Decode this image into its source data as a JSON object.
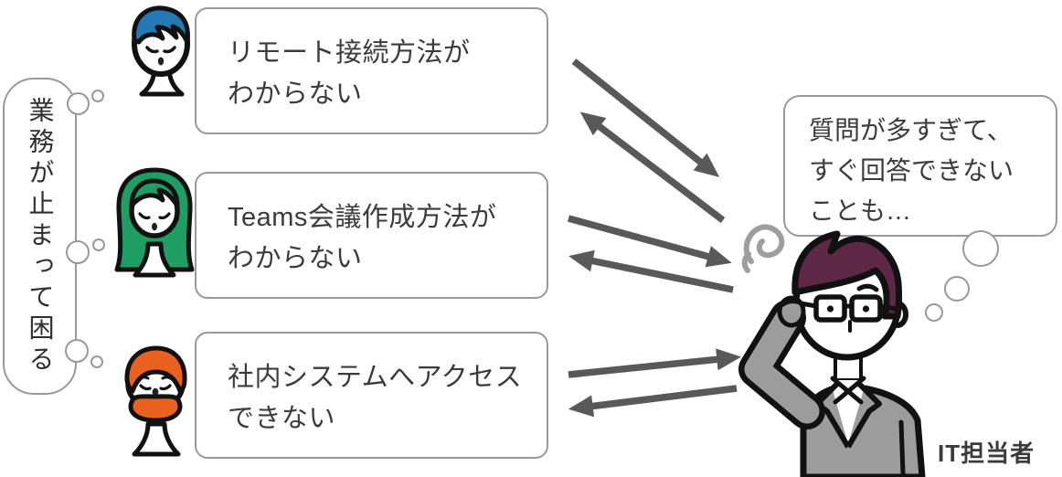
{
  "left_thought": {
    "text": "業務が止まって困る"
  },
  "requesters": [
    {
      "name": "blue-hair-employee",
      "hair_color": "#2478b4",
      "message_line1": "リモート接続方法が",
      "message_line2": "わからない"
    },
    {
      "name": "green-hair-employee",
      "hair_color": "#1f9e63",
      "message_line1": "Teams会議作成方法が",
      "message_line2": "わからない"
    },
    {
      "name": "orange-hair-employee",
      "hair_color": "#e8611f",
      "message_line1": "社内システムへアクセス",
      "message_line2": "できない"
    }
  ],
  "it_person": {
    "label": "IT担当者",
    "thought_line1": "質問が多すぎて、",
    "thought_line2": "すぐ回答できない",
    "thought_line3": "ことも…",
    "hair_color": "#5d2746",
    "suit_color": "#9c9c9c"
  },
  "colors": {
    "arrow": "#595959",
    "bubble_border": "#999999",
    "text": "#3b3b3b",
    "outline": "#111111",
    "scribble": "#9e9e9e"
  }
}
